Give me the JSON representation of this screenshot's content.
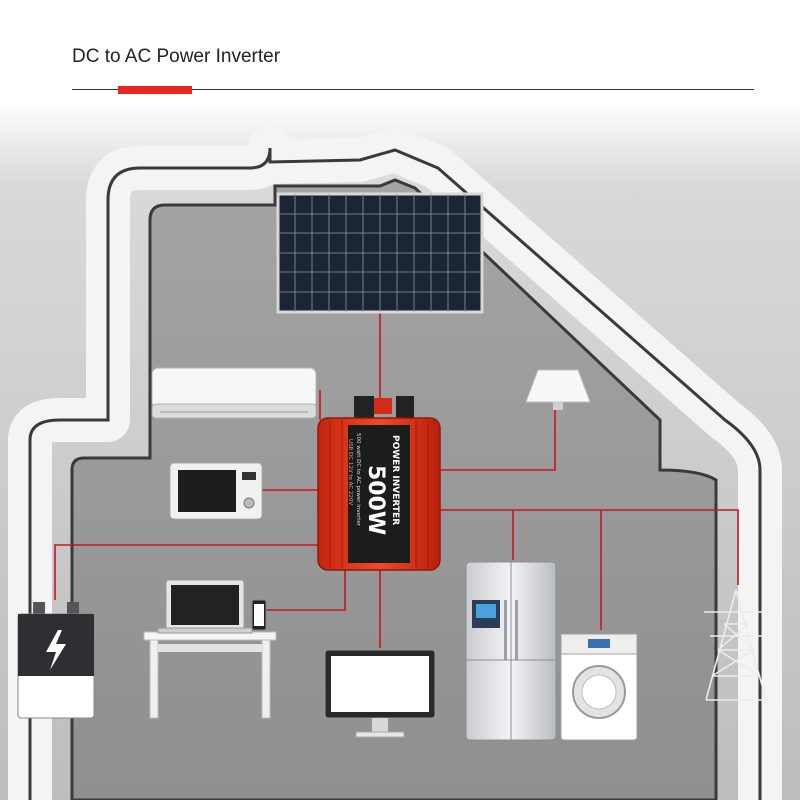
{
  "header": {
    "title": "DC to AC Power Inverter",
    "accent_color": "#e8251e"
  },
  "diagram": {
    "colors": {
      "connector": "#c8151b",
      "house_outline": "#3a3a3a",
      "inverter": "#e8371e"
    },
    "inverter": {
      "label_top": "POWER INVERTER",
      "wattage": "500W",
      "spec_line_1": "500 watt DC to AC power inverter",
      "spec_line_2": "USB DC 12V to AC 220V"
    },
    "devices": [
      {
        "name": "solar-panel-icon"
      },
      {
        "name": "air-conditioner-icon"
      },
      {
        "name": "ceiling-lamp-icon"
      },
      {
        "name": "microwave-oven-icon"
      },
      {
        "name": "battery-icon"
      },
      {
        "name": "laptop-icon"
      },
      {
        "name": "smartphone-icon"
      },
      {
        "name": "monitor-icon"
      },
      {
        "name": "refrigerator-icon"
      },
      {
        "name": "washing-machine-icon"
      },
      {
        "name": "power-pylon-icon"
      }
    ]
  }
}
